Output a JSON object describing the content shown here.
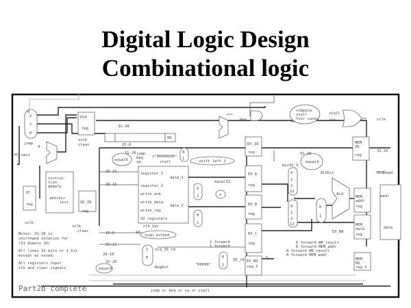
{
  "title": {
    "line1": "Digital Logic Design",
    "line2": "Combinational logic"
  },
  "diagram": {
    "caption": "Part2b complete",
    "notes": [
      "Notes: 31-26 is",
      "shorthand notation for",
      "(31 downto 26)",
      "All lines 32 bits or 1 bit",
      "except as noted.",
      "All registers input",
      "clk and clear signals"
    ],
    "labels": {
      "jump": "jump",
      "pc_next": "PC_next",
      "four": "4",
      "pcp": "PCP",
      "reg": "reg",
      "sclk": "sclk",
      "clear": "clear",
      "b31_28": "31-28",
      "b25_0": "25-0",
      "oo": "00",
      "equal6": "equal6",
      "b31_26": "31-26",
      "beq": "beq",
      "sw": "sw",
      "x00": "x\"00000000\"",
      "stall": "stall",
      "shift_left2": "shift left 2",
      "instr_mem1": "instruc-",
      "instr_mem2": "tion_",
      "instr_mem3": "memory",
      "address": "address",
      "inst": "inst",
      "pc": "PC",
      "id_ir": "ID_IR",
      "b25_21": "25-21",
      "b20_16": "20-16",
      "b15_0": "15-0",
      "b15_11": "15-11",
      "register_1": "register_1",
      "register_2": "register_2",
      "write_enb": "write_enb",
      "write_data": "write_data",
      "write_reg": "write_reg",
      "regs32": "32 registers",
      "clk_bar": "clk_bar",
      "data_1": "data_1",
      "data_2": "data_2",
      "sign_extend": "sign_extend",
      "sixteen": "16",
      "old_id_rd": "old_ID_rd",
      "regdst": "RegDst",
      "equal32": "equal32",
      "eq": "=",
      "zeros": "\"00000\"",
      "id_rd": "ID_rd",
      "two_forward": "2 forward",
      "one_forward": "1 forward",
      "compute1": "compute",
      "compute2": "stall",
      "compute3": "four cases",
      "clk": "clk",
      "ex_ir": "EX_IR",
      "ex_a": "EX_A",
      "ex_b": "EX_B",
      "ex_c": "EX_C",
      "ex_rd": "EX_RD",
      "reg_5": "reg_5",
      "five": "5",
      "mux32_3": "mux32_3",
      "alusrc": "ALUSrc",
      "alu": "ALU",
      "ex_bb": "EX_BB",
      "mem_ir": "MEM_",
      "ir": "IR",
      "memread": "MEMRead",
      "mem_addr": "MEM_",
      "addr": "addr",
      "mem_data": "MEM_",
      "data": "data",
      "mem_rd": "MEM_",
      "rd": "RD",
      "d_wb": "D forward WB_result",
      "d_mem": "D forward MEM_addr",
      "a_wb": "A forward WB_result",
      "a_mem": "A forward MEM_addr",
      "bottom": "jump or beq or sw or stall",
      "m0": "0",
      "m1": "1",
      "m2": "2",
      "m12": "12"
    }
  }
}
